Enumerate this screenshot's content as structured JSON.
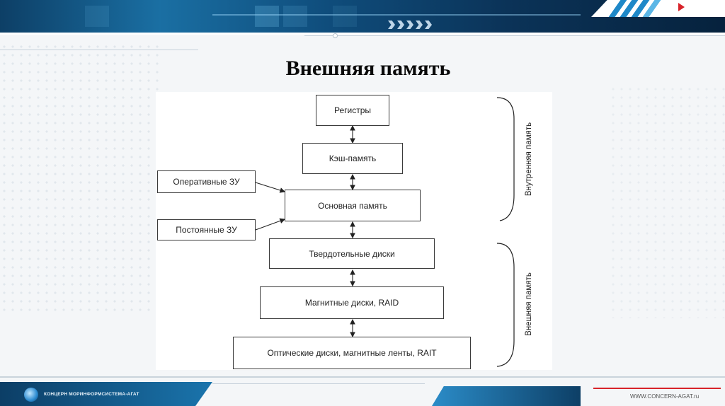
{
  "slide": {
    "title": "Внешняя память"
  },
  "diagram": {
    "nodes": {
      "registers": "Регистры",
      "cache": "Кэш-память",
      "main_memory": "Основная память",
      "ram": "Оперативные ЗУ",
      "rom": "Постоянные ЗУ",
      "ssd": "Твердотельные диски",
      "magnetic": "Магнитные диски, RAID",
      "optical": "Оптические диски, магнитные ленты, RAIT"
    },
    "groups": {
      "internal": "Внутренняя память",
      "external": "Внешняя память"
    }
  },
  "footer": {
    "company": "КОНЦЕРН МОРИНФОРМСИСТЕМА-АГАТ",
    "url": "WWW.CONCERN-AGAT.ru"
  },
  "colors": {
    "banner": "#0d3f66",
    "accent_blue": "#1e88c8",
    "accent_red": "#d8232a"
  }
}
